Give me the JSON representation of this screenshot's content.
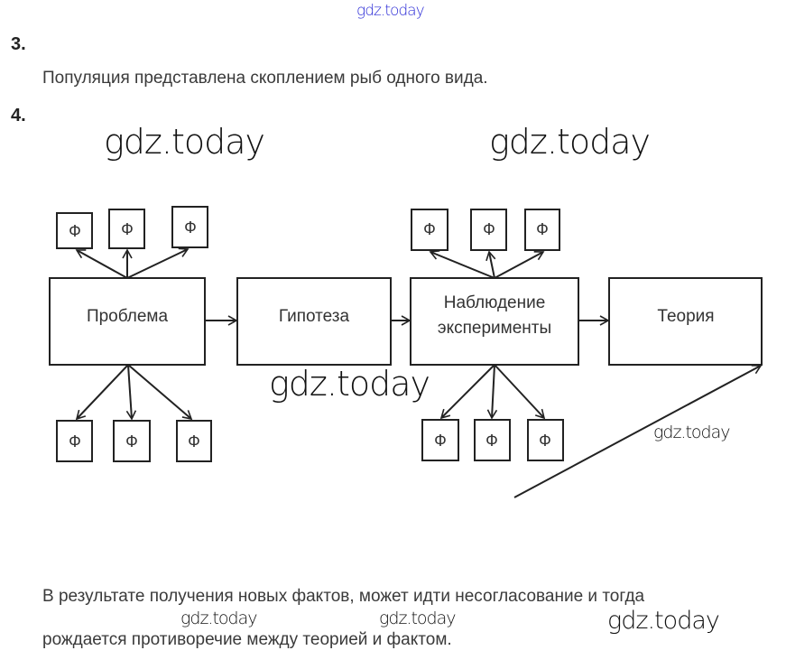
{
  "watermark": "gdz.today",
  "watermark_color": "#2b2bd6",
  "task3": {
    "number": "3.",
    "answer": "Популяция представлена скоплением рыб одного вида."
  },
  "task4": {
    "number": "4.",
    "diagram": {
      "steps": [
        "Проблема",
        "Гипотеза",
        "Наблюдение",
        "эксперименты",
        "Теория"
      ],
      "fact": "Ф"
    },
    "conclusion_line1": "В результате получения новых фактов, может идти несогласование и тогда",
    "conclusion_line2": "рождается противоречие между теорией и фактом."
  }
}
